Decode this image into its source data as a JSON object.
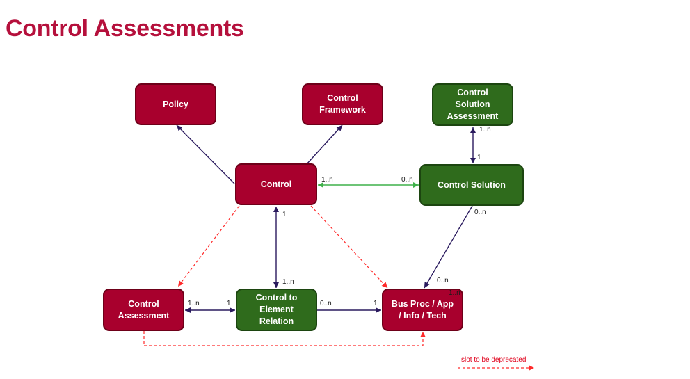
{
  "title": "Control Assessments",
  "colors": {
    "node_red": "#a8002d",
    "node_green": "#2f6b1c",
    "line_dark": "#2a1a5e",
    "line_green": "#3fb14a",
    "line_deprecated": "#ff2a2a",
    "title": "#b5103c"
  },
  "nodes": {
    "policy": "Policy",
    "control_framework": "Control\nFramework",
    "control_solution_assessment": "Control\nSolution\nAssessment",
    "control": "Control",
    "control_solution": "Control Solution",
    "control_assessment": "Control\nAssessment",
    "control_to_element_relation": "Control to\nElement\nRelation",
    "bus_proc": "Bus Proc / App\n/ Info / Tech"
  },
  "multiplicities": {
    "csa_top": "1..n",
    "csa_bottom": "1",
    "control_left_of_solution": "1..n",
    "solution_left": "0..n",
    "control_bottom": "1",
    "relation_top": "1..n",
    "solution_bottom": "0..n",
    "bus_top": "0..n",
    "bus_top_right": "1..n",
    "assessment_right": "1..n",
    "relation_left": "1",
    "relation_right": "0..n",
    "bus_left": "1"
  },
  "legend": {
    "label": "slot to be deprecated"
  }
}
